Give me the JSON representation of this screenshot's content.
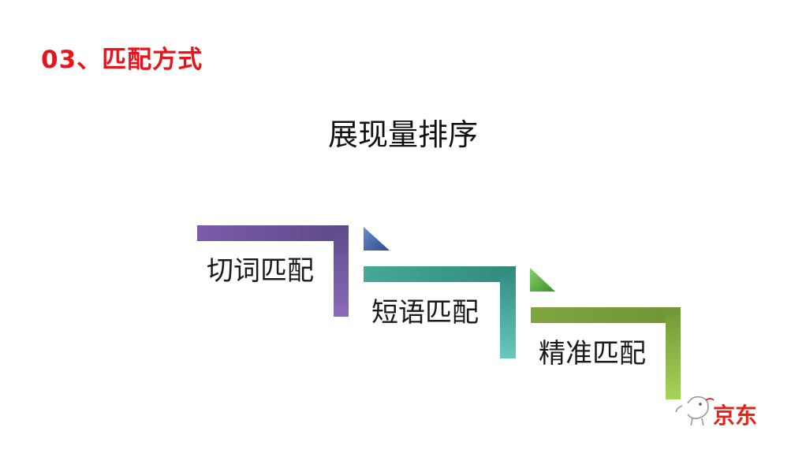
{
  "header": {
    "section_title": "03、匹配方式"
  },
  "main": {
    "title": "展现量排序",
    "steps": [
      {
        "label": "切词匹配",
        "color": "#6a4e96"
      },
      {
        "label": "短语匹配",
        "color": "#3fa79a"
      },
      {
        "label": "精准匹配",
        "color": "#8db04a"
      }
    ]
  },
  "brand": {
    "name": "京东",
    "color": "#e2231a",
    "icon": "jd-dog-mascot-icon"
  },
  "colors": {
    "section_title": "#e8141b",
    "arrow_1": "#3c5b94",
    "arrow_2": "#5aa83c"
  }
}
